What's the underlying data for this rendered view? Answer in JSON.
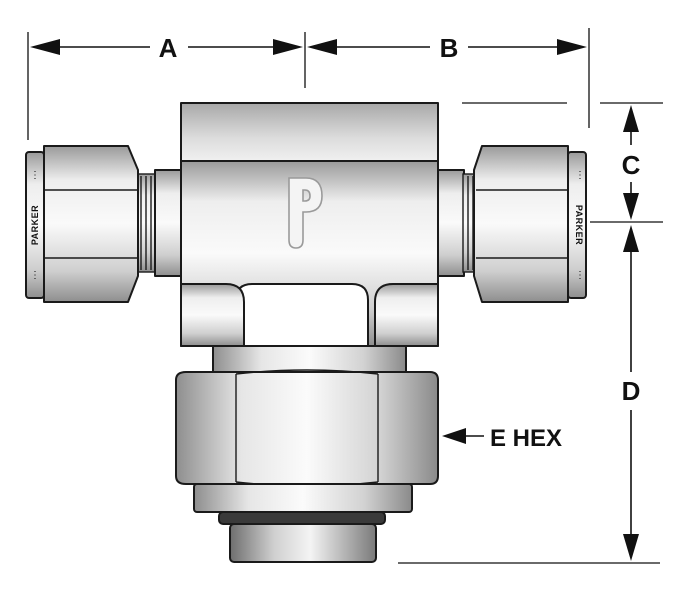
{
  "labels": {
    "a": "A",
    "b": "B",
    "c": "C",
    "d": "D",
    "e_hex": "E HEX",
    "brand_left": "PARKER",
    "brand_right": "PARKER"
  },
  "colors": {
    "ink": "#111111",
    "metal_light": "#f2f2f2",
    "metal_mid": "#c9c9c9",
    "metal_dark": "#8a8a8a"
  },
  "icons": {
    "logo": "parker-p-logo"
  }
}
